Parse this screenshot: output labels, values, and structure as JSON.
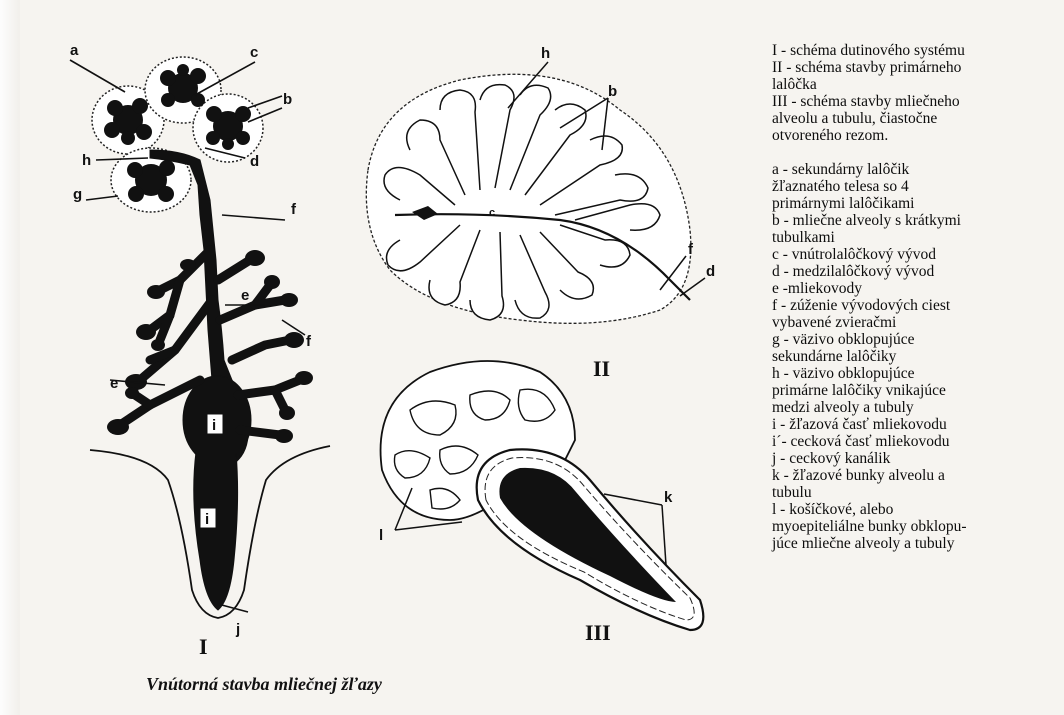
{
  "legend": {
    "lines_top": [
      "I - schéma dutinového systému",
      "II - schéma stavby primárneho",
      "lalôčka",
      "III - schéma stavby mliečneho",
      "alveolu a tubulu, čiastočne",
      "otvoreného rezom."
    ],
    "lines_bottom": [
      "a - sekundárny lalôčik",
      "žľaznatého telesa so 4",
      "primárnymi lalôčikami",
      "b - mliečne alveoly s krátkymi",
      "tubulkami",
      "c - vnútrolalôčkový vývod",
      "d - medzilalôčkový vývod",
      "e -mliekovody",
      "f - zúženie vývodových ciest",
      "vybavené zvieračmi",
      "g - väzivo obklopujúce",
      "sekundárne lalôčiky",
      "h - väzivo obklopujúce",
      "primárne lalôčiky vnikajúce",
      "medzi alveoly a tubuly",
      "i - žľazová časť mliekovodu",
      "i´- cecková časť mliekovodu",
      "j - ceckový kanálik",
      "k - žľazové bunky alveolu a",
      "tubulu",
      "l - košíčkové, alebo",
      "myoepiteliálne bunky obklopu-",
      "júce mliečne alveoly a tubuly"
    ]
  },
  "caption": "Vnútorná stavba mliečnej žľazy",
  "figure": {
    "labels_I": {
      "a": "a",
      "c": "c",
      "b": "b",
      "h": "h",
      "d": "d",
      "g": "g",
      "f1": "f",
      "e1": "e",
      "f2": "f",
      "e2": "e",
      "i": "i",
      "i2": "i",
      "j": "j"
    },
    "labels_II": {
      "h": "h",
      "b": "b",
      "c": "c",
      "f": "f",
      "d": "d"
    },
    "labels_III": {
      "l": "l",
      "k": "k"
    },
    "roman": {
      "one": "I",
      "two": "II",
      "three": "III"
    }
  }
}
